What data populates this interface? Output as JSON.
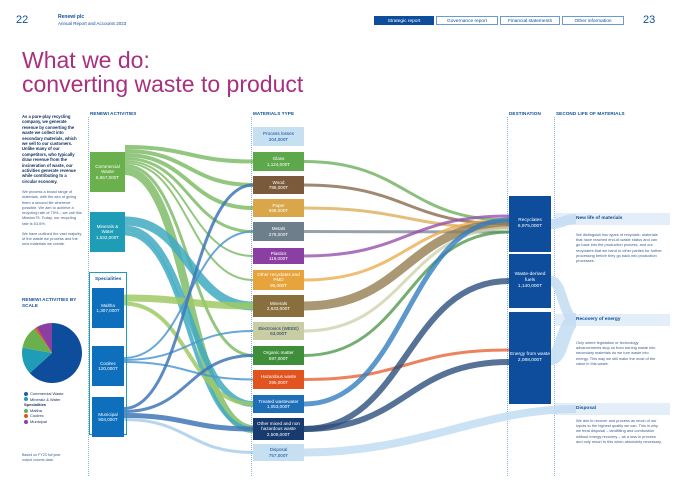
{
  "header": {
    "page_left": "22",
    "page_right": "23",
    "company": "Renewi plc",
    "report": "Annual Report and Accounts 2023",
    "tabs": [
      {
        "label": "Strategic report",
        "active": true
      },
      {
        "label": "Governance report",
        "active": false
      },
      {
        "label": "Financial statements",
        "active": false
      },
      {
        "label": "Other information",
        "active": false
      }
    ]
  },
  "title": {
    "line1": "What we do:",
    "line2": "converting waste to product"
  },
  "intro": {
    "bold": "As a pure-play recycling company, we generate revenue by converting the waste we collect into secondary materials, which we sell to our customers. Unlike many of our competitors, who typically draw revenue from the incineration of waste, our activities generate revenue while contributing to a circular economy.",
    "p1": "We process a broad range of materials, with the aim of giving them a second life wherever possible. We aim to achieve a recycling rate of 75% – we call this Mission75. Today, our recycling rate is 63.6%.",
    "p2": "We have outlined the vast majority of the waste we process and the new materials we create."
  },
  "column_headers": {
    "activities": "RENEWI ACTIVITIES",
    "materials": "MATERIALS TYPE",
    "destination": "DESTINATION",
    "second_life": "SECOND LIFE OF MATERIALS"
  },
  "activities": [
    {
      "name": "Commercial Waste",
      "value": "6,657,000T",
      "color": "#6ab04c"
    },
    {
      "name": "Minerals & Water",
      "value": "1,532,000T",
      "color": "#1f9cb6"
    },
    {
      "name": "Maltha",
      "value": "1,307,000T",
      "color": "#0e6fbd"
    },
    {
      "name": "Coolrec",
      "value": "120,000T",
      "color": "#0e6fbd"
    },
    {
      "name": "Municipal",
      "value": "904,000T",
      "color": "#0e6fbd"
    }
  ],
  "specialities_label": "Specialities",
  "materials": [
    {
      "name": "Process losses",
      "value": "204,000T",
      "color": "#c6e0f2",
      "text": "#0e4d9c"
    },
    {
      "name": "Glass",
      "value": "1,124,000T",
      "color": "#5da84a",
      "text": "#ffffff"
    },
    {
      "name": "Wood",
      "value": "786,000T",
      "color": "#7a5a3a",
      "text": "#ffffff"
    },
    {
      "name": "Paper",
      "value": "658,000T",
      "color": "#d9a64a",
      "text": "#ffffff"
    },
    {
      "name": "Metals",
      "value": "278,000T",
      "color": "#6e7f8c",
      "text": "#ffffff"
    },
    {
      "name": "Plastics",
      "value": "119,000T",
      "color": "#8b3fa3",
      "text": "#ffffff"
    },
    {
      "name": "Other recyclates and PMD",
      "value": "96,000T",
      "color": "#e8a43c",
      "text": "#ffffff"
    },
    {
      "name": "Minerals",
      "value": "2,633,000T",
      "color": "#8a6f3e",
      "text": "#ffffff"
    },
    {
      "name": "Electronics (WEEE)",
      "value": "63,000T",
      "color": "#c9cda4",
      "text": "#0e2d5c"
    },
    {
      "name": "Organic matter",
      "value": "597,000T",
      "color": "#3f8f3a",
      "text": "#ffffff"
    },
    {
      "name": "Hazardous waste",
      "value": "295,000T",
      "color": "#e2541f",
      "text": "#ffffff"
    },
    {
      "name": "Treated wastewater",
      "value": "1,053,000T",
      "color": "#1e6fb8",
      "text": "#ffffff"
    },
    {
      "name": "Other mixed and non hazardous waste",
      "value": "2,508,000T",
      "color": "#173b6e",
      "text": "#ffffff"
    },
    {
      "name": "Disposal",
      "value": "757,000T",
      "color": "#c6e0f2",
      "text": "#0e4d9c"
    }
  ],
  "destinations": [
    {
      "name": "Recyclates",
      "value": "6,975,000T"
    },
    {
      "name": "Waste-derived fuels",
      "value": "1,140,000T"
    },
    {
      "name": "Energy from waste",
      "value": "2,088,000T"
    }
  ],
  "second_life": [
    {
      "title": "New life of materials",
      "text": "We distinguish two types of recyclate: materials that have reached end-of-waste status and can go back into the production process, and our recyclates that we hand to other parties for further processing before they go back into production processes."
    },
    {
      "title": "Recovery of energy",
      "text": "Only where legislation or technology advancements stop us from turning waste into secondary materials do we turn waste into energy. This way we still make the most of the value in this waste."
    },
    {
      "title": "Disposal",
      "text": "We aim to recover and process as much of our inputs to the highest quality we can. This is why we treat disposal – landfilling and combustion without energy recovery – as a loss in process and only resort to this when absolutely necessary."
    }
  ],
  "scale": {
    "title": "RENEWI ACTIVITIES BY SCALE",
    "legend": [
      {
        "label": "Commercial Waste",
        "color": "#1f5fae"
      },
      {
        "label": "Mineralz & Water",
        "color": "#1f9cb6"
      },
      {
        "label": "Specialities",
        "color": "",
        "bold": true
      },
      {
        "label": "Maltha",
        "color": "#6ab04c"
      },
      {
        "label": "Coolrec",
        "color": "#e2541f"
      },
      {
        "label": "Municipal",
        "color": "#8b3fa3"
      }
    ],
    "pie": [
      {
        "label": "Commercial Waste",
        "value": 6657,
        "color": "#0e4d9c"
      },
      {
        "label": "Mineralz & Water",
        "value": 1532,
        "color": "#1f9cb6"
      },
      {
        "label": "Maltha",
        "value": 1307,
        "color": "#6ab04c"
      },
      {
        "label": "Coolrec",
        "value": 120,
        "color": "#e2541f"
      },
      {
        "label": "Municipal",
        "value": 904,
        "color": "#8b3fa3"
      }
    ]
  },
  "footnote": "Based on FY23 full year output volume data."
}
